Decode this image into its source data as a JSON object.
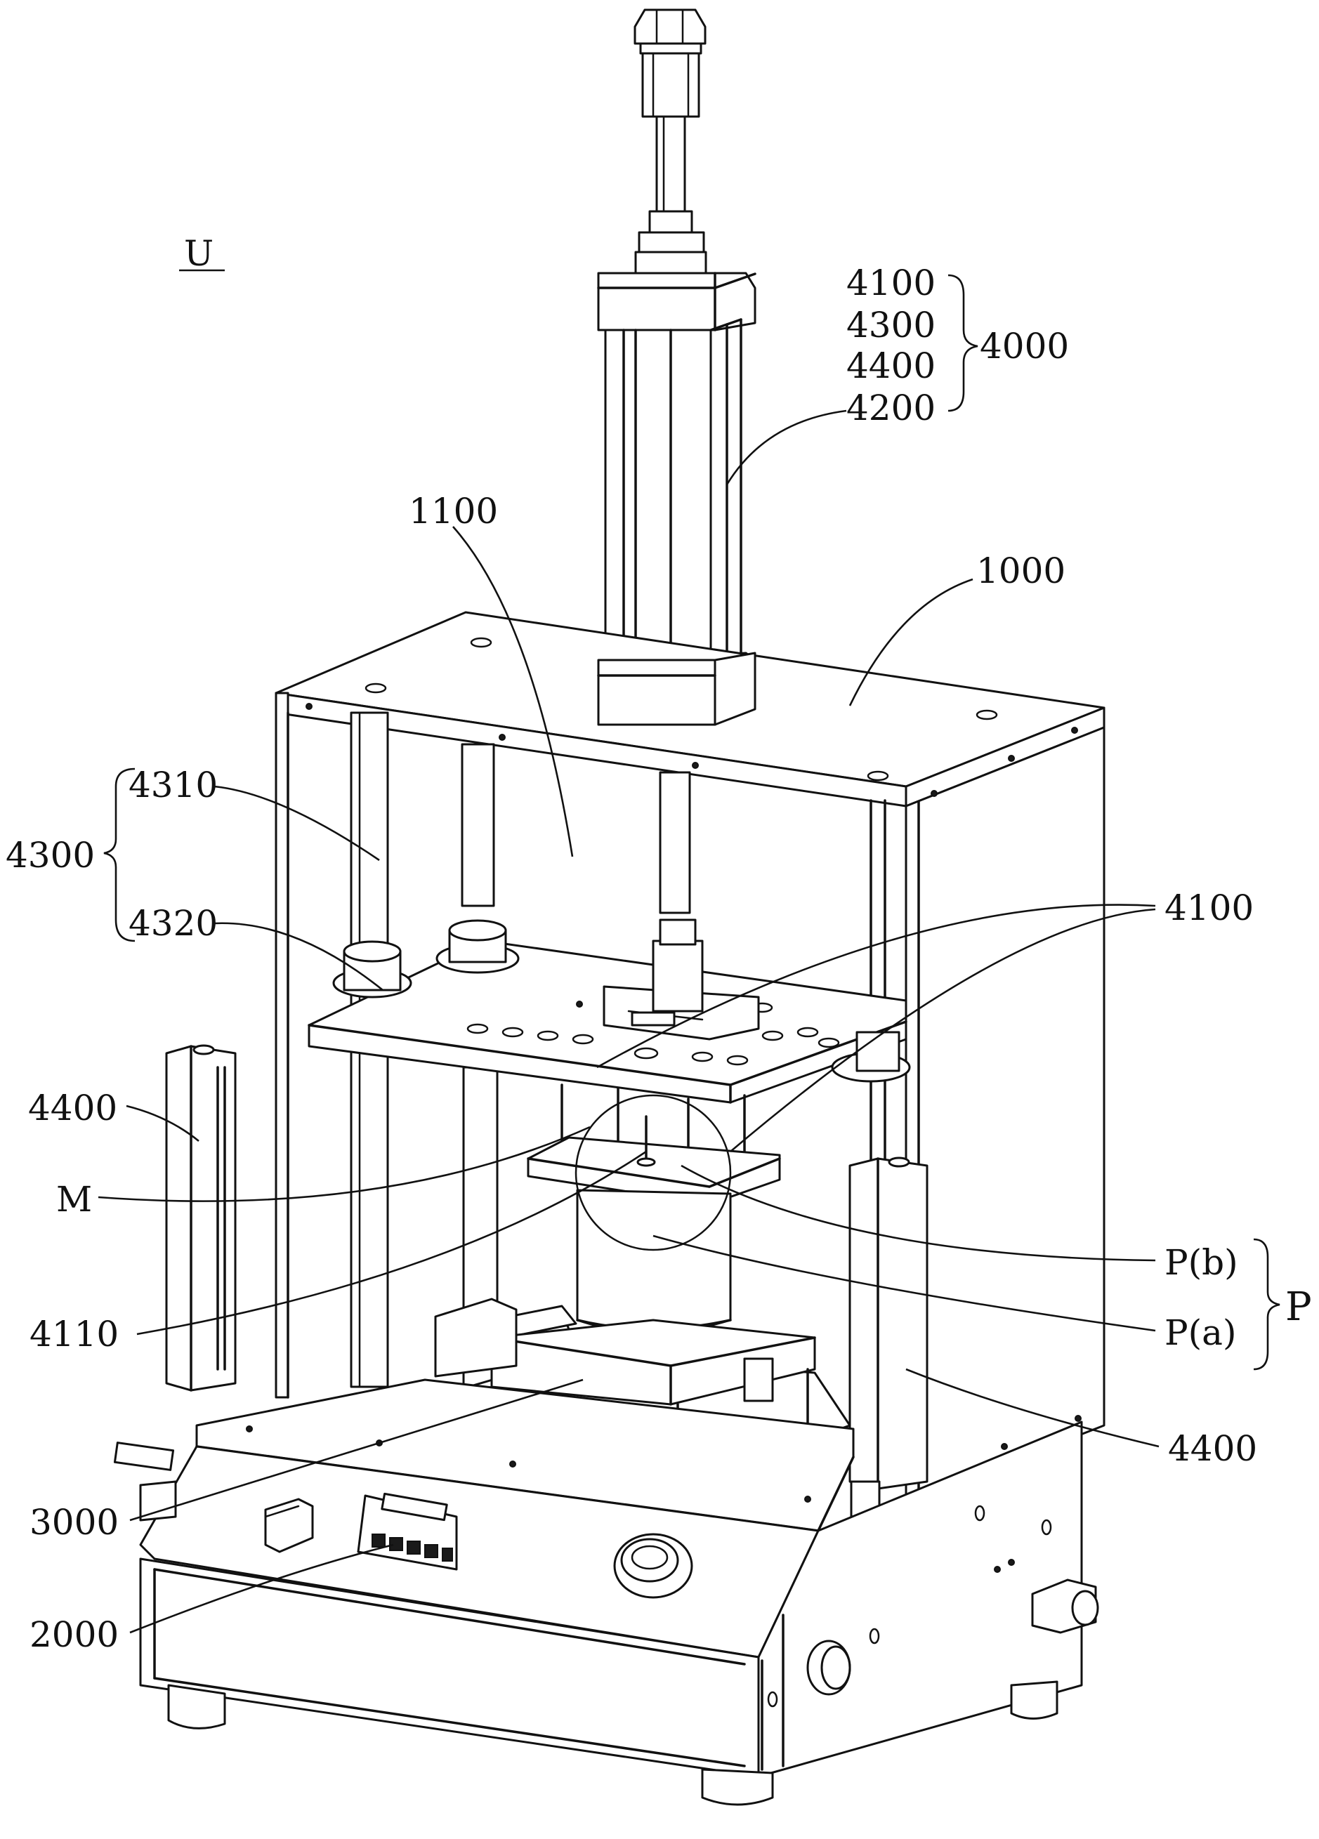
{
  "labels": {
    "view": "U",
    "cylinder_group_4100": "4100",
    "cylinder_group_4300": "4300",
    "cylinder_group_4400": "4400",
    "cylinder_group_4200": "4200",
    "assembly": "4000",
    "frame_plate": "1100",
    "frame": "1000",
    "guide_rod": "4310",
    "guide_assembly": "4300",
    "bushing": "4320",
    "pressing_head": "4100",
    "light_curtain_left": "4400",
    "marker_m": "M",
    "product_b": "P(b)",
    "product_group": "P",
    "needle": "4110",
    "product_a": "P(a)",
    "light_curtain_right": "4400",
    "fixture": "3000",
    "controller": "2000"
  }
}
